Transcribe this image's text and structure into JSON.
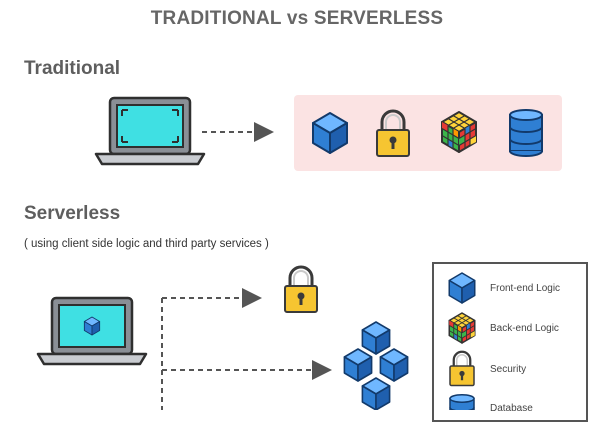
{
  "title": "TRADITIONAL vs SERVERLESS",
  "traditional": {
    "heading": "Traditional",
    "icons": [
      "cube-icon",
      "lock-icon",
      "rubiks-cube-icon",
      "database-icon"
    ]
  },
  "serverless": {
    "heading": "Serverless",
    "note": "( using client side logic and third party services )"
  },
  "legend": {
    "items": [
      {
        "label": "Front-end Logic",
        "icon": "cube-icon"
      },
      {
        "label": "Back-end Logic",
        "icon": "rubiks-cube-icon"
      },
      {
        "label": "Security",
        "icon": "lock-icon"
      },
      {
        "label": "Database",
        "icon": "database-icon"
      }
    ]
  },
  "colors": {
    "cube": "#2f7fd3",
    "lock": "#f6c531",
    "database": "#2f7fd3",
    "screen": "#3fe0e3",
    "server_box": "#fbe3e3",
    "arrow": "#555555"
  }
}
